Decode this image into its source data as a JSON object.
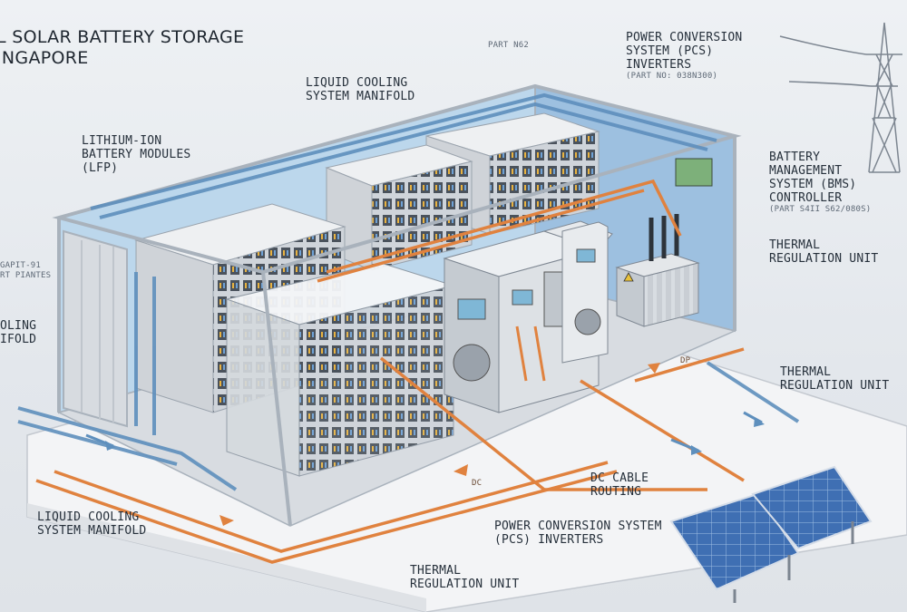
{
  "title": {
    "line1": "L SOLAR BATTERY STORAGE",
    "line2": "INGAPORE"
  },
  "labels": {
    "part_no_top": "PART N62",
    "pcs_top": {
      "line1": "POWER CONVERSION",
      "line2": "SYSTEM (PCS)",
      "line3": "INVERTERS",
      "part": "(PART NO: 038N300)"
    },
    "liquid_manifold_top": {
      "line1": "LIQUID COOLING",
      "line2": "SYSTEM MANIFOLD"
    },
    "lithium_modules": {
      "line1": "LITHIUM-ION",
      "line2": "BATTERY MODULES",
      "line3": "(LFP)"
    },
    "bms": {
      "line1": "BATTERY",
      "line2": "MANAGEMENT",
      "line3": "SYSTEM (BMS)",
      "line4": "CONTROLLER",
      "part": "(PART S4II S62/080S)"
    },
    "thermal_right_1": {
      "line1": "THERMAL",
      "line2": "REGULATION UNIT"
    },
    "left_part": {
      "line1": "GAPIT-91",
      "line2": "RT PIANTES"
    },
    "left_cooling": {
      "line1": "OLING",
      "line2": "IFOLD"
    },
    "thermal_right_2": {
      "line1": "THERMAL",
      "line2": "REGULATION UNIT"
    },
    "dc_cable": {
      "line1": "DC CABLE",
      "line2": "ROUTING"
    },
    "liquid_manifold_bottom": {
      "line1": "LIQUID COOLING",
      "line2": "SYSTEM MANIFOLD"
    },
    "pcs_bottom": {
      "line1": "POWER CONVERSION SYSTEM",
      "line2": "(PCS) INVERTERS"
    },
    "thermal_bottom": {
      "line1": "THERMAL",
      "line2": "REGULATION UNIT"
    },
    "cable_tag_dc": "DC",
    "cable_tag_dp": "DP"
  },
  "colors": {
    "container_frame": "#a9b2bc",
    "container_wall": "#bcd7ec",
    "battery_rack": "#dfe2e6",
    "dc_cable": "#e0823f",
    "coolant_pipe": "#5e8fbd",
    "solar_panel": "#3f6fb3"
  }
}
